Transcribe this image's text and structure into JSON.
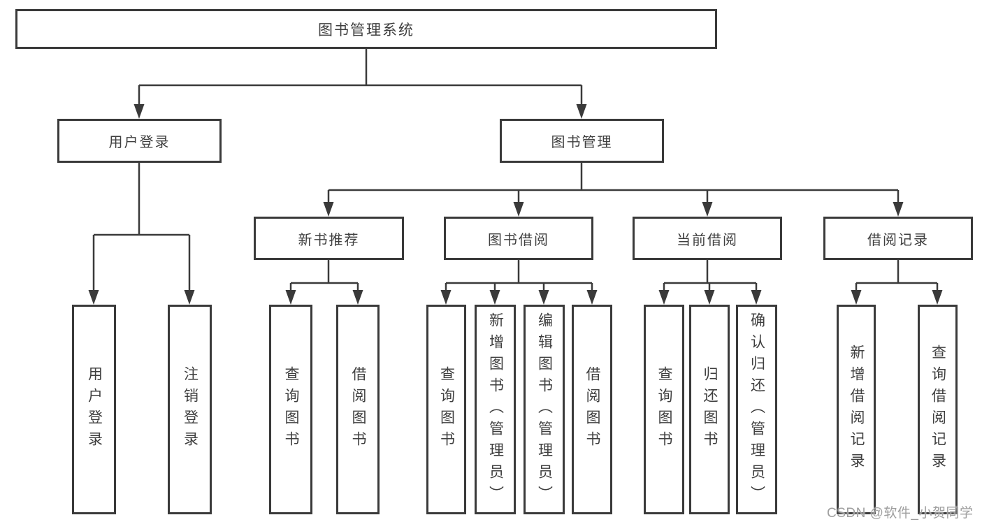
{
  "diagram_title": "图书管理系统",
  "nodes": {
    "root": "图书管理系统",
    "user_login": "用户登录",
    "book_mgmt": "图书管理",
    "new_book": "新书推荐",
    "book_borrow": "图书借阅",
    "current_borrow": "当前借阅",
    "borrow_record": "借阅记录",
    "leaf_user_login": "用户登录",
    "leaf_logout": "注销登录",
    "leaf_nb_query": "查询图书",
    "leaf_nb_borrow": "借阅图书",
    "leaf_bb_query": "查询图书",
    "leaf_bb_add": "新增图书（管理员）",
    "leaf_bb_edit": "编辑图书（管理员）",
    "leaf_bb_borrow": "借阅图书",
    "leaf_cb_query": "查询图书",
    "leaf_cb_return": "归还图书",
    "leaf_cb_confirm": "确认归还（管理员）",
    "leaf_br_add": "新增借阅记录",
    "leaf_br_query": "查询借阅记录"
  },
  "tree": {
    "label": "图书管理系统",
    "children": [
      {
        "label": "用户登录",
        "children": [
          {
            "label": "用户登录"
          },
          {
            "label": "注销登录"
          }
        ]
      },
      {
        "label": "图书管理",
        "children": [
          {
            "label": "新书推荐",
            "children": [
              {
                "label": "查询图书"
              },
              {
                "label": "借阅图书"
              }
            ]
          },
          {
            "label": "图书借阅",
            "children": [
              {
                "label": "查询图书"
              },
              {
                "label": "新增图书（管理员）"
              },
              {
                "label": "编辑图书（管理员）"
              },
              {
                "label": "借阅图书"
              }
            ]
          },
          {
            "label": "当前借阅",
            "children": [
              {
                "label": "查询图书"
              },
              {
                "label": "归还图书"
              },
              {
                "label": "确认归还（管理员）"
              }
            ]
          },
          {
            "label": "借阅记录",
            "children": [
              {
                "label": "新增借阅记录"
              },
              {
                "label": "查询借阅记录"
              }
            ]
          }
        ]
      }
    ]
  },
  "watermark": "CSDN @软件_小贺同学",
  "colors": {
    "line": "#3a3a3a",
    "box_border": "#3a3a3a",
    "text": "#3f3f3f",
    "watermark": "#9e9e9e",
    "background": "#ffffff"
  }
}
